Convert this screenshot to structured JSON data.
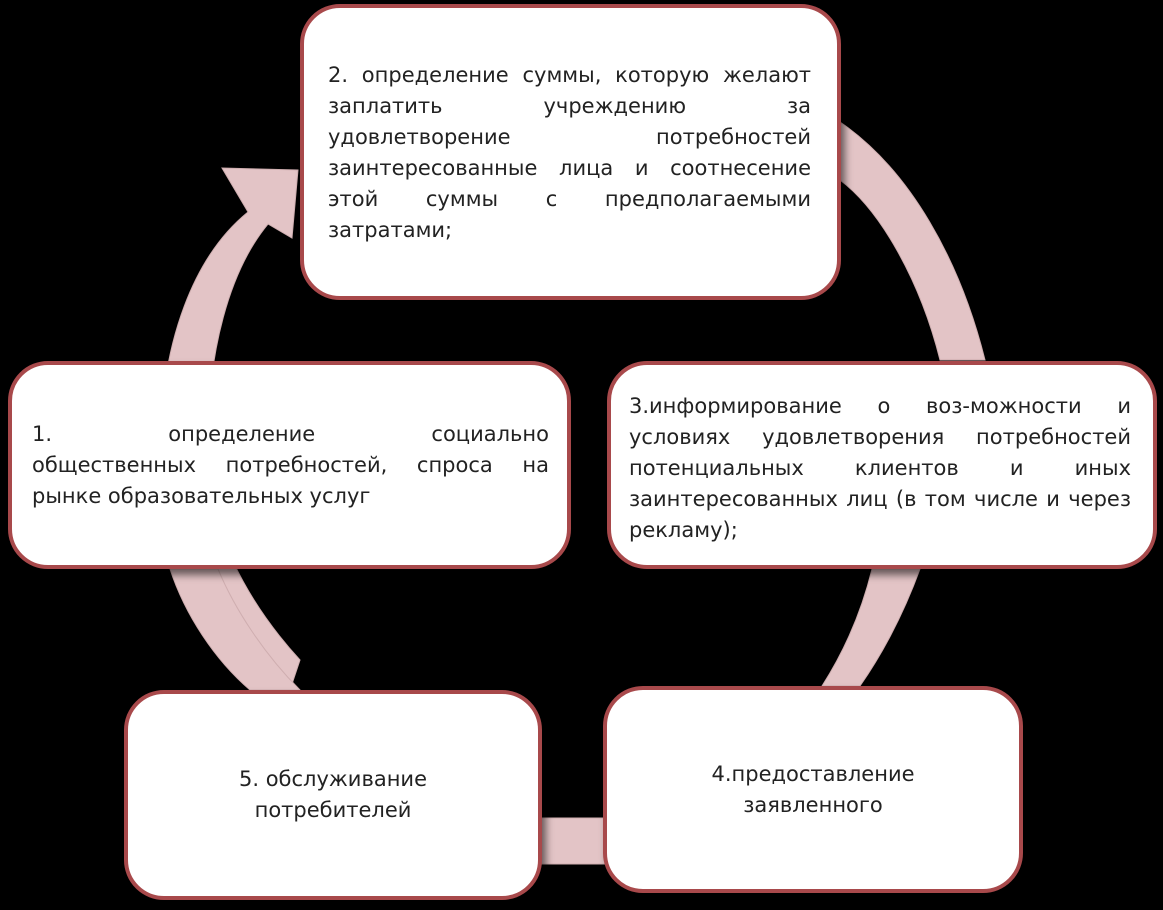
{
  "diagram": {
    "ring_color": "#e3c4c6",
    "box_border_color": "#a8494b",
    "steps": [
      {
        "id": "1",
        "text": "1.            определение            социально общественных потребностей, спроса на рынке образовательных услуг"
      },
      {
        "id": "2",
        "text": "2. определение суммы, которую желают заплатить учреждению за удовлетворение потребностей заинтересованные лица и соотнесение этой суммы с предполагаемыми затратами;"
      },
      {
        "id": "3",
        "text": "3.информирование о воз-можности и условиях удовлетворения потребностей потенциальных клиентов и иных заинтересованных лиц (в том числе и через рекламу);"
      },
      {
        "id": "4",
        "text": "4.предоставление заявленного"
      },
      {
        "id": "5",
        "text": "5. обслуживание потребителей"
      }
    ]
  }
}
